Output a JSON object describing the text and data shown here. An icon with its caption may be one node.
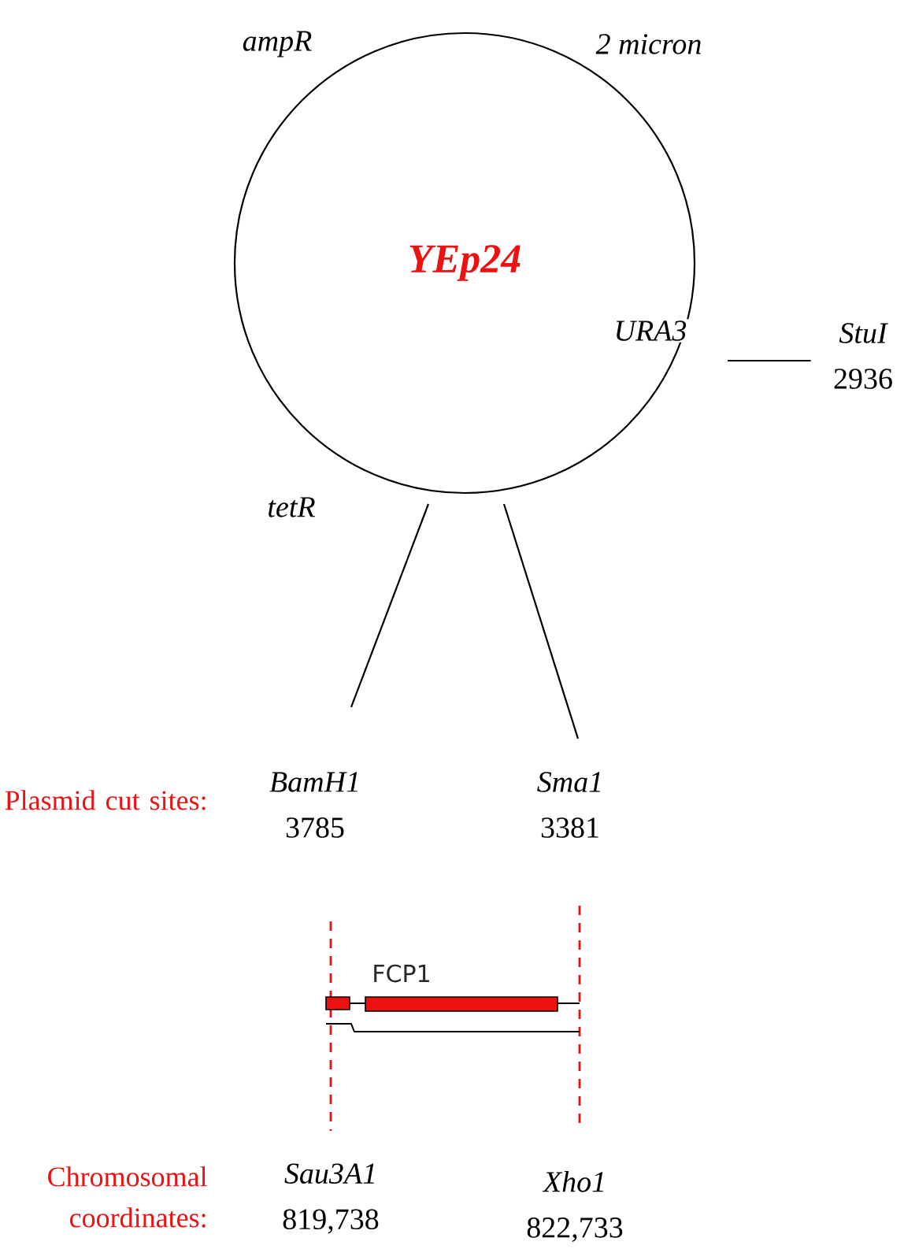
{
  "diagram": {
    "nodes": [
      {
        "text": [
          "YEp24"
        ]
      },
      {
        "text": [
          "StuI",
          "2936"
        ]
      },
      {
        "text": [
          "BamH1",
          "3785"
        ]
      },
      {
        "text": [
          "Sma1",
          "3381"
        ]
      },
      {
        "text": [
          "Sau3A1",
          "819,738"
        ]
      },
      {
        "text": [
          "Xho1",
          "822,733"
        ]
      }
    ],
    "edges": [
      {
        "from": 0,
        "to": 1,
        "arrow": "none"
      },
      {
        "from": 0,
        "to": 2,
        "arrow": "none"
      },
      {
        "from": 0,
        "to": 3,
        "arrow": "none"
      }
    ],
    "labels": [
      "ampR",
      "2 micron",
      "URA3",
      "tetR",
      "Plasmid cut sites:",
      "FCP1",
      "Chromosomal coordinates:"
    ]
  }
}
